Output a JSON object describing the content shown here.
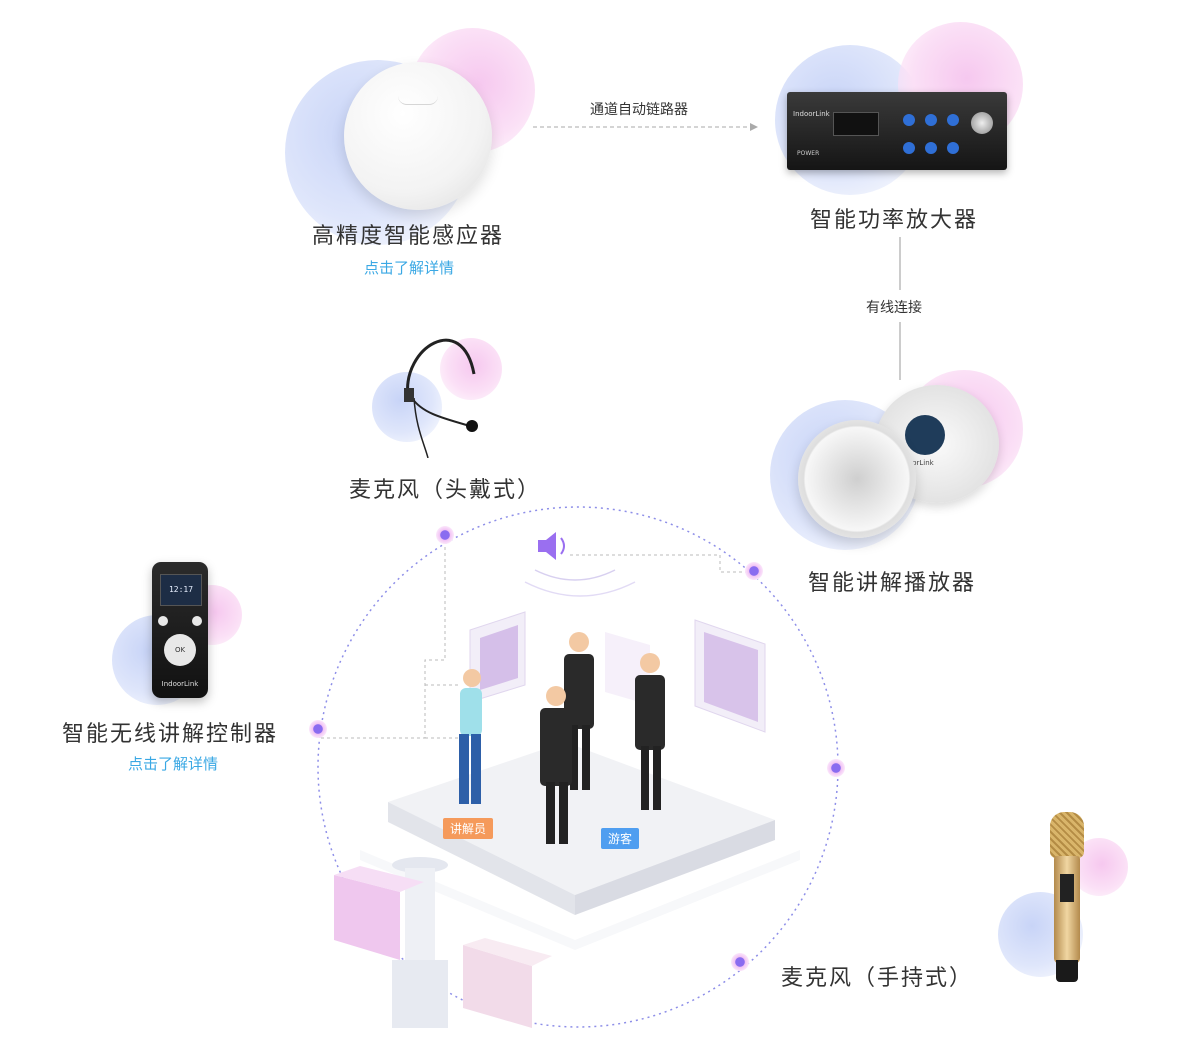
{
  "products": {
    "sensor": {
      "title": "高精度智能感应器",
      "link": "点击了解详情"
    },
    "amplifier": {
      "title": "智能功率放大器",
      "brand": "IndoorLink",
      "power_label": "POWER"
    },
    "speaker": {
      "title": "智能讲解播放器",
      "brand": "IndoorLink"
    },
    "headset_mic": {
      "title": "麦克风（头戴式）"
    },
    "controller": {
      "title": "智能无线讲解控制器",
      "link": "点击了解详情",
      "screen_time": "12:17",
      "ok_label": "OK",
      "brand": "IndoorLink"
    },
    "handheld_mic": {
      "title": "麦克风（手持式）"
    }
  },
  "connections": {
    "sensor_to_amp": "通道自动链路器",
    "amp_to_speaker": "有线连接"
  },
  "scene": {
    "guide_tag": "讲解员",
    "visitor_tag": "游客"
  },
  "colors": {
    "link": "#3aa8e4",
    "guide_tag": "#f59a5b",
    "visitor_tag": "#4f9ef0",
    "node": "#8a6cf0"
  }
}
